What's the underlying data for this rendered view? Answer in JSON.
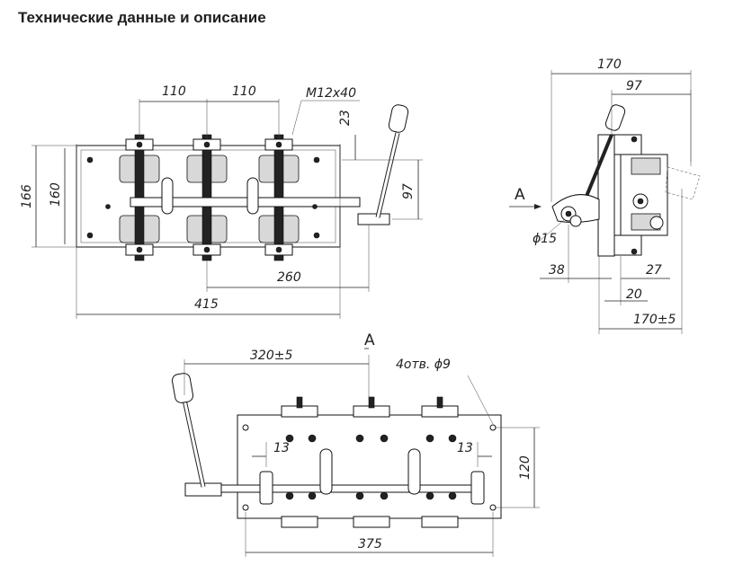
{
  "page": {
    "title": "Технические данные и описание"
  },
  "dims": {
    "top_pitch_1": "110",
    "top_pitch_2": "110",
    "thread": "M12x40",
    "handle_offset": "23",
    "handle_height": "97",
    "height_outer": "166",
    "height_inner": "160",
    "handle_reach": "260",
    "total_length": "415",
    "side_width": "170",
    "side_inner": "97",
    "pivot_dia": "ϕ15",
    "side_38": "38",
    "side_27": "27",
    "side_20": "20",
    "side_170_tol": "170±5",
    "view_label": "A",
    "arrow_label": "A",
    "bottom_handle": "320±5",
    "holes": "4отв. ϕ9",
    "hole_offset_left": "13",
    "hole_offset_right": "13",
    "mount_height": "120",
    "mount_width": "375"
  }
}
